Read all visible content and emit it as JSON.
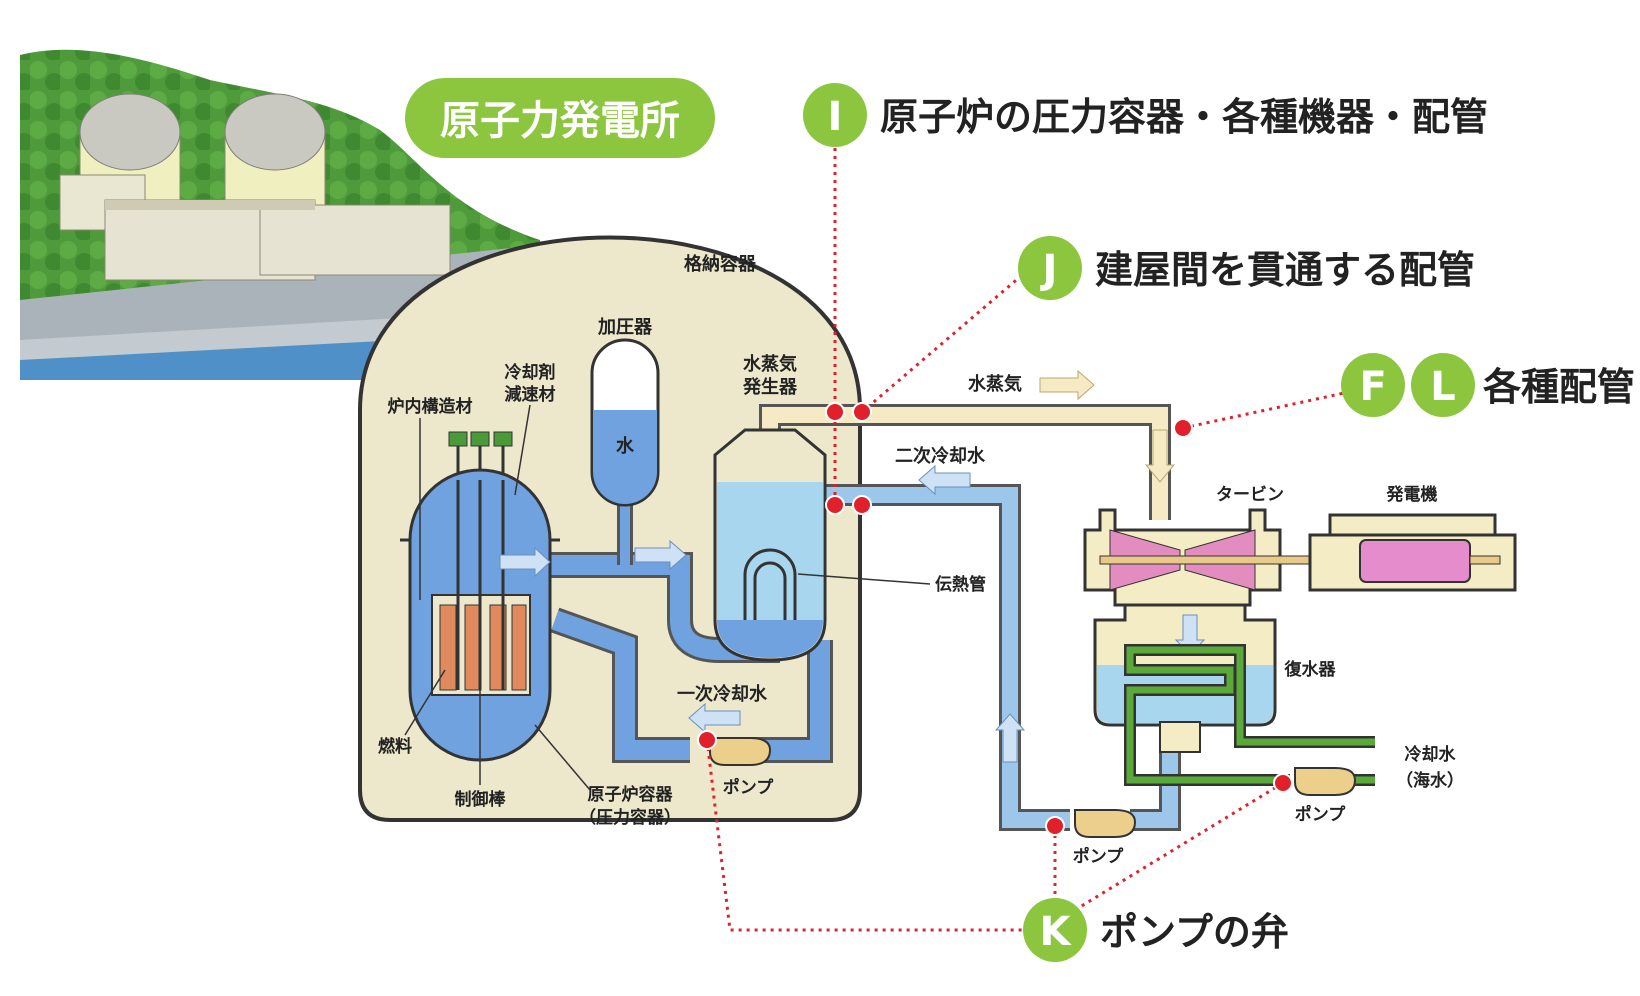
{
  "title": "原子力発電所",
  "colors": {
    "accent_green": "#8cc63f",
    "dotted_red": "#e0202a",
    "dome_fill": "#ede8cc",
    "primary_water": "#6fa2de",
    "secondary_water": "#9cc6ea",
    "steam_pipe": "#f5eac4",
    "cooling_green": "#5aaa3a",
    "generator_pink": "#e58ccc"
  },
  "callouts": {
    "I": {
      "letter": "I",
      "label": "原子炉の圧力容器・各種機器・配管"
    },
    "J": {
      "letter": "J",
      "label": "建屋間を貫通する配管"
    },
    "F": {
      "letter": "F"
    },
    "L": {
      "letter": "L",
      "label": "各種配管"
    },
    "K": {
      "letter": "K",
      "label": "ポンプの弁"
    }
  },
  "labels": {
    "containment": "格納容器",
    "pressurizer": "加圧器",
    "water": "水",
    "steam_generator": [
      "水蒸気",
      "発生器"
    ],
    "coolant": [
      "冷却剤",
      "減速材"
    ],
    "core_structure": "炉内構造材",
    "fuel": "燃料",
    "control_rod": "制御棒",
    "reactor_vessel": [
      "原子炉容器",
      "（圧力容器）"
    ],
    "heat_tube": "伝熱管",
    "primary_coolant": "一次冷却水",
    "secondary_coolant": "二次冷却水",
    "steam": "水蒸気",
    "turbine": "タービン",
    "generator": "発電機",
    "condenser": "復水器",
    "cooling_water": [
      "冷却水",
      "（海水）"
    ],
    "pump": "ポンプ"
  }
}
